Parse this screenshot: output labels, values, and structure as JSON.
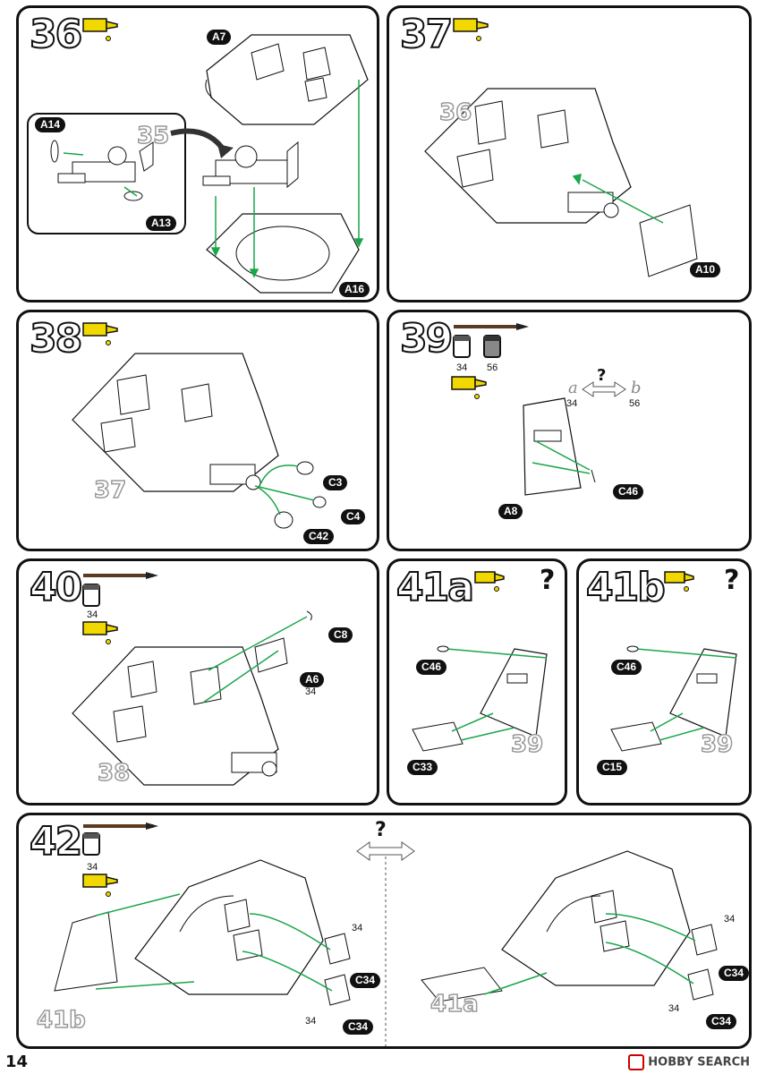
{
  "page_number": "14",
  "watermark": "HOBBY SEARCH",
  "steps": {
    "s36": {
      "number": "36",
      "parts": [
        "A7",
        "A14",
        "A13",
        "A16"
      ],
      "sub_step": "35"
    },
    "s37": {
      "number": "37",
      "ref": "36",
      "parts": [
        "A10"
      ]
    },
    "s38": {
      "number": "38",
      "ref": "37",
      "parts": [
        "C3",
        "C4",
        "C42"
      ]
    },
    "s39": {
      "number": "39",
      "paints": [
        "34",
        "56"
      ],
      "option_a": "a",
      "option_b": "b",
      "option_a_paint": "34",
      "option_b_paint": "56",
      "question": "?",
      "parts": [
        "A8",
        "C46"
      ]
    },
    "s40": {
      "number": "40",
      "paint": "34",
      "ref": "38",
      "parts": [
        "C8",
        "A6"
      ],
      "part_paint": "34"
    },
    "s41a": {
      "number": "41a",
      "question": "?",
      "ref": "39",
      "parts": [
        "C46",
        "C33"
      ]
    },
    "s41b": {
      "number": "41b",
      "question": "?",
      "ref": "39",
      "parts": [
        "C46",
        "C15"
      ]
    },
    "s42": {
      "number": "42",
      "paint": "34",
      "question": "?",
      "ref_left": "41b",
      "ref_right": "41a",
      "parts": [
        "C34",
        "C34",
        "C34",
        "C34"
      ],
      "paint_labels": [
        "34",
        "34",
        "34",
        "34"
      ]
    }
  },
  "icons": [
    "glue-tube-icon",
    "paint-brush-icon",
    "paint-pot-icon",
    "double-arrow-icon"
  ],
  "colors": {
    "glue": "#f0d800",
    "arrow": "#1aa64a",
    "ink": "#111111"
  }
}
